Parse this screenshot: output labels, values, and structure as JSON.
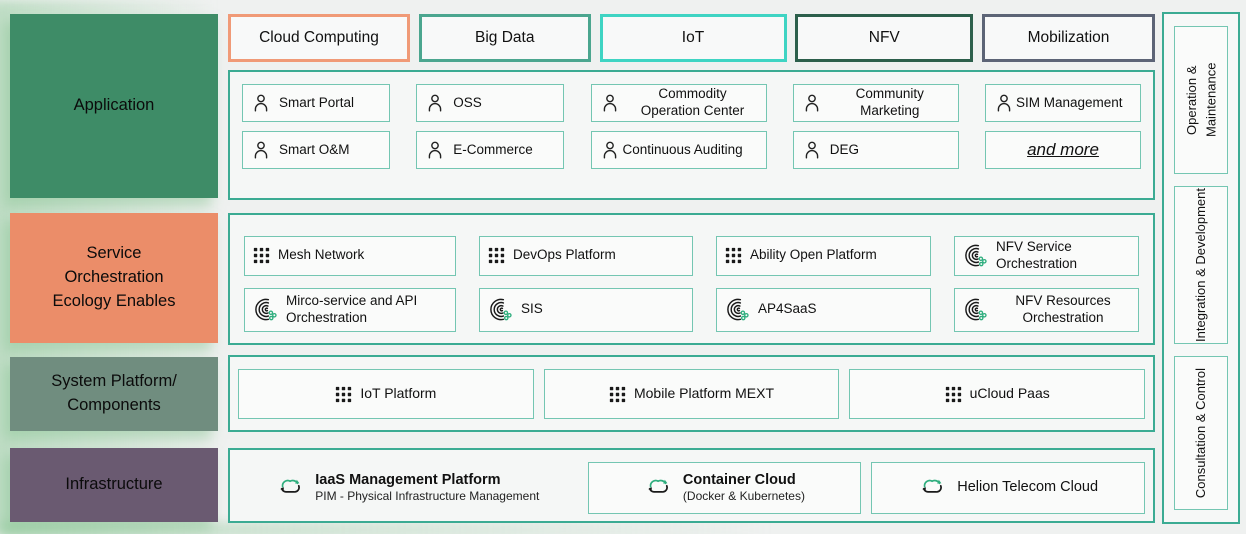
{
  "left_layers": [
    {
      "label": "Application",
      "bg": "#3E8C67"
    },
    {
      "label": "Service\nOrchestration\nEcology Enables",
      "bg": "#EB8D69"
    },
    {
      "label": "System Platform/\nComponents",
      "bg": "#708D7F"
    },
    {
      "label": "Infrastructure",
      "bg": "#6A5A71"
    }
  ],
  "top_tags": [
    {
      "label": "Cloud Computing",
      "border": "#F09A77"
    },
    {
      "label": "Big Data",
      "border": "#4BA68F"
    },
    {
      "label": "IoT",
      "border": "#3FD4C3"
    },
    {
      "label": "NFV",
      "border": "#2C5F4B"
    },
    {
      "label": "Mobilization",
      "border": "#5C6476"
    }
  ],
  "application": {
    "row1": [
      {
        "icon": "person-icon",
        "label": "Smart Portal"
      },
      {
        "icon": "person-icon",
        "label": "OSS"
      },
      {
        "icon": "person-icon",
        "label": "Commodity Operation Center"
      },
      {
        "icon": "person-icon",
        "label": "Community Marketing"
      },
      {
        "icon": "person-icon",
        "label": "SIM Management"
      }
    ],
    "row2": [
      {
        "icon": "person-icon",
        "label": "Smart O&M"
      },
      {
        "icon": "person-icon",
        "label": "E-Commerce"
      },
      {
        "icon": "person-icon",
        "label": "Continuous Auditing"
      },
      {
        "icon": "person-icon",
        "label": "DEG"
      }
    ],
    "more_label": "and more"
  },
  "orchestration": {
    "row1": [
      {
        "icon": "grid-icon",
        "label": "Mesh Network"
      },
      {
        "icon": "grid-icon",
        "label": "DevOps Platform"
      },
      {
        "icon": "grid-icon",
        "label": "Ability Open Platform"
      },
      {
        "icon": "mesh-icon",
        "label": "NFV Service Orchestration"
      }
    ],
    "row2": [
      {
        "icon": "mesh-icon",
        "label": "Mirco-service and API Orchestration"
      },
      {
        "icon": "mesh-icon",
        "label": "SIS"
      },
      {
        "icon": "mesh-icon",
        "label": "AP4SaaS"
      },
      {
        "icon": "mesh-icon",
        "label": "NFV Resources Orchestration"
      }
    ]
  },
  "system_platform": {
    "items": [
      {
        "icon": "grid-icon",
        "label": "IoT Platform"
      },
      {
        "icon": "grid-icon",
        "label": "Mobile Platform MEXT"
      },
      {
        "icon": "grid-icon",
        "label": "uCloud Paas"
      }
    ]
  },
  "infrastructure": {
    "items": [
      {
        "icon": "cloud-sync-icon",
        "title": "IaaS Management Platform",
        "subtitle": "PIM - Physical Infrastructure Management"
      },
      {
        "icon": "cloud-sync-icon",
        "title": "Container Cloud",
        "subtitle": "(Docker & Kubernetes)"
      },
      {
        "icon": "cloud-sync-icon",
        "title": "Helion Telecom Cloud",
        "subtitle": ""
      }
    ]
  },
  "right_sidebar": {
    "items": [
      {
        "label": "Operation & Maintenance"
      },
      {
        "label": "Integration & Development"
      },
      {
        "label": "Consultation & Control"
      }
    ]
  },
  "colors": {
    "outer_border": "#3BAB93",
    "inner_border": "#74C6B2",
    "accent_green": "#2FAE7E",
    "application_bg": "#3E8C67",
    "orchestration_bg": "#EB8D69",
    "system_bg": "#708D7F",
    "infrastructure_bg": "#6A5A71"
  }
}
